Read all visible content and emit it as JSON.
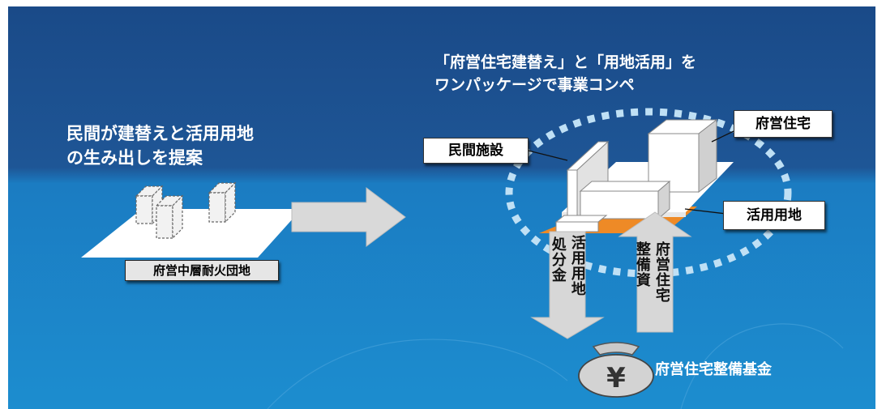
{
  "colors": {
    "bg_dark": "#1d4f8d",
    "bg_light": "#1b87c9",
    "orange": "#ee8a26",
    "arrow_gray": "#d7d7d7",
    "white": "#ffffff"
  },
  "left": {
    "heading_line1": "民間が建替えと活用用地",
    "heading_line2": "の生み出しを提案",
    "site_label": "府営中層耐火団地"
  },
  "right": {
    "heading_line1": "「府営住宅建替え」と「用地活用」を",
    "heading_line2": "ワンパッケージで事業コンペ",
    "label_private": "民間施設",
    "label_housing": "府営住宅",
    "label_land": "活用用地",
    "down_arrow_col1": "処分金",
    "down_arrow_col2": "活用用地",
    "up_arrow_col1": "整備資",
    "up_arrow_col2": "府営住宅",
    "fund_label": "府営住宅整備基金"
  }
}
